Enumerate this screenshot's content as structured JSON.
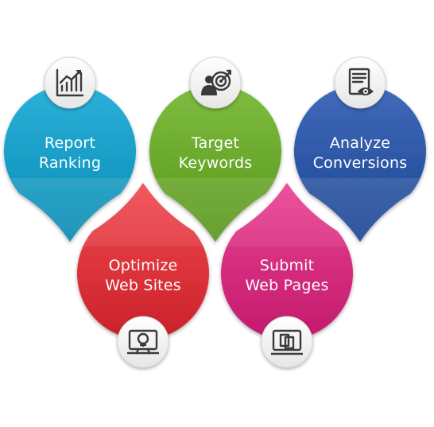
{
  "steps": [
    {
      "id": "report-ranking",
      "line1": "Report",
      "line2": "Ranking",
      "color": "#1a9fc8",
      "icon": "ranking-chart-icon",
      "direction": "down"
    },
    {
      "id": "target-keywords",
      "line1": "Target",
      "line2": "Keywords",
      "color": "#6cab2e",
      "icon": "target-person-icon",
      "direction": "down"
    },
    {
      "id": "analyze-conversions",
      "line1": "Analyze",
      "line2": "Conversions",
      "color": "#2f59a8",
      "icon": "document-eye-icon",
      "direction": "down"
    },
    {
      "id": "optimize-web-sites",
      "line1": "Optimize",
      "line2": "Web Sites",
      "color": "#e0373f",
      "icon": "monitor-lightbulb-icon",
      "direction": "up"
    },
    {
      "id": "submit-web-pages",
      "line1": "Submit",
      "line2": "Web Pages",
      "color": "#d93082",
      "icon": "monitor-pages-icon",
      "direction": "up"
    }
  ]
}
